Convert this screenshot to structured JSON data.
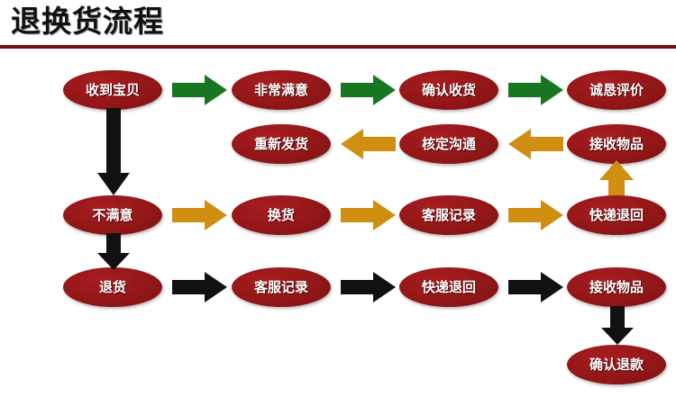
{
  "page": {
    "title": "退换货流程",
    "background_color": "#ffffff",
    "rule_color": "#6e0f10"
  },
  "colors": {
    "node_fill": "#931718",
    "node_text": "#ffffff",
    "arrow_green": "#17761f",
    "arrow_gold": "#d08f11",
    "arrow_black": "#111111"
  },
  "flow": {
    "rows": [
      {
        "row_id": "row-satisfied",
        "arrow_color_name": "green",
        "nodes": [
          {
            "id": "node-received-item",
            "label": "收到宝贝"
          },
          {
            "id": "node-very-satisfied",
            "label": "非常满意"
          },
          {
            "id": "node-confirm-receipt",
            "label": "确认收货"
          },
          {
            "id": "node-sincere-review",
            "label": "诚恳评价"
          }
        ]
      },
      {
        "row_id": "row-reship",
        "arrow_color_name": "gold",
        "nodes": [
          {
            "id": "node-reship",
            "label": "重新发货"
          },
          {
            "id": "node-verify-communicate",
            "label": "核定沟通"
          },
          {
            "id": "node-receive-goods-exchange",
            "label": "接收物品"
          }
        ]
      },
      {
        "row_id": "row-exchange",
        "arrow_color_name": "gold",
        "nodes": [
          {
            "id": "node-unsatisfied",
            "label": "不满意"
          },
          {
            "id": "node-exchange",
            "label": "换货"
          },
          {
            "id": "node-service-record-exchange",
            "label": "客服记录"
          },
          {
            "id": "node-express-return-exchange",
            "label": "快递退回"
          }
        ]
      },
      {
        "row_id": "row-return",
        "arrow_color_name": "black",
        "nodes": [
          {
            "id": "node-return",
            "label": "退货"
          },
          {
            "id": "node-service-record-return",
            "label": "客服记录"
          },
          {
            "id": "node-express-return",
            "label": "快递退回"
          },
          {
            "id": "node-receive-goods-return",
            "label": "接收物品"
          }
        ]
      },
      {
        "row_id": "row-refund",
        "arrow_color_name": "black",
        "nodes": [
          {
            "id": "node-confirm-refund",
            "label": "确认退款"
          }
        ]
      }
    ],
    "connectors": [
      {
        "id": "arrow-received-to-unsatisfied",
        "direction": "down",
        "color_name": "black"
      },
      {
        "id": "arrow-unsatisfied-to-return",
        "direction": "down",
        "color_name": "black"
      },
      {
        "id": "arrow-express-to-receive-goods",
        "direction": "up",
        "color_name": "gold"
      },
      {
        "id": "arrow-receive-goods-to-refund",
        "direction": "down",
        "color_name": "black"
      },
      {
        "id": "arrow-received-to-very-satisfied",
        "direction": "right",
        "color_name": "green"
      },
      {
        "id": "arrow-very-satisfied-to-confirm",
        "direction": "right",
        "color_name": "green"
      },
      {
        "id": "arrow-confirm-to-review",
        "direction": "right",
        "color_name": "green"
      },
      {
        "id": "arrow-verify-to-reship",
        "direction": "left",
        "color_name": "gold"
      },
      {
        "id": "arrow-receive-to-verify",
        "direction": "left",
        "color_name": "gold"
      },
      {
        "id": "arrow-unsatisfied-to-exchange",
        "direction": "right",
        "color_name": "gold"
      },
      {
        "id": "arrow-exchange-to-service",
        "direction": "right",
        "color_name": "gold"
      },
      {
        "id": "arrow-service-to-express",
        "direction": "right",
        "color_name": "gold"
      },
      {
        "id": "arrow-return-to-service",
        "direction": "right",
        "color_name": "black"
      },
      {
        "id": "arrow-service-to-express-return",
        "direction": "right",
        "color_name": "black"
      },
      {
        "id": "arrow-express-to-receive-return",
        "direction": "right",
        "color_name": "black"
      }
    ]
  }
}
